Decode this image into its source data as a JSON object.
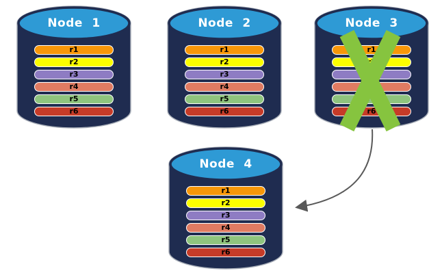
{
  "diagram": {
    "description": "Database replication failover diagram",
    "nodes": [
      {
        "title": "Node 1",
        "failed": false
      },
      {
        "title": "Node 2",
        "failed": false
      },
      {
        "title": "Node 3",
        "failed": true
      },
      {
        "title": "Node 4",
        "failed": false
      }
    ],
    "rows": [
      {
        "label": "r1",
        "color": "#F79709"
      },
      {
        "label": "r2",
        "color": "#FCFF00"
      },
      {
        "label": "r3",
        "color": "#8E7CC3"
      },
      {
        "label": "r4",
        "color": "#E07B62"
      },
      {
        "label": "r5",
        "color": "#8FC47E"
      },
      {
        "label": "r6",
        "color": "#C63B28"
      }
    ],
    "colors": {
      "cylinder_body": "#1F2C50",
      "cylinder_top": "#2E9AD5",
      "cylinder_outline": "#A8AEB8",
      "bar_border": "#FFFFFF",
      "title_text": "#FFFFFF",
      "bar_text": "#000000",
      "failure_x": "#86C43F",
      "arrow": "#595959"
    },
    "arrow": {
      "from": "Node 3",
      "to": "Node 4"
    }
  }
}
